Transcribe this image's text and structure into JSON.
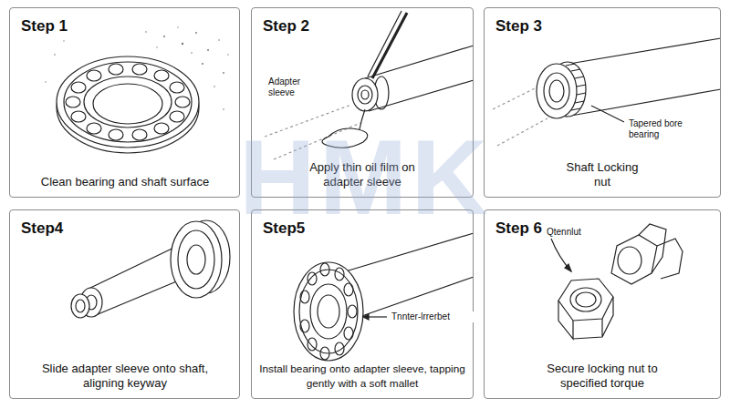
{
  "diagram": {
    "nodes": [
      {
        "text": [
          "Step 1",
          "Clean bearing and shaft surface"
        ]
      },
      {
        "text": [
          "Step 2",
          "Apply thin oil film on adapter sleeve"
        ]
      },
      {
        "text": [
          "Step 3",
          "Shaft Locking nut"
        ]
      },
      {
        "text": [
          "Step4",
          "Slide adapter sleeve onto shaft, aligning keyway"
        ]
      },
      {
        "text": [
          "Step5",
          "Install bearing onto adapter sleeve, tapping gently with a soft mallet"
        ]
      },
      {
        "text": [
          "Step 6",
          "Secure locking nut to specified torque"
        ]
      }
    ],
    "labels": [
      "Adapter sleeve",
      "Tapered bore bearing",
      "Tnnter-lrrerbet",
      "Qtennlut",
      "HMK"
    ]
  }
}
